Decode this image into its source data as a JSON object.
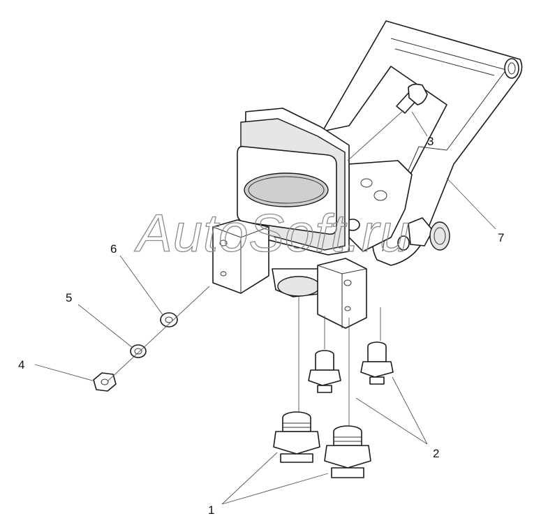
{
  "labels": {
    "c1": "1",
    "c2": "2",
    "c3": "3",
    "c4": "4",
    "c5": "5",
    "c6": "6",
    "c7": "7"
  },
  "watermark": "AutoSoft.ru",
  "colors": {
    "line": "#1a1a1a",
    "leader": "#555555",
    "watermark": "#8a8a8a"
  }
}
